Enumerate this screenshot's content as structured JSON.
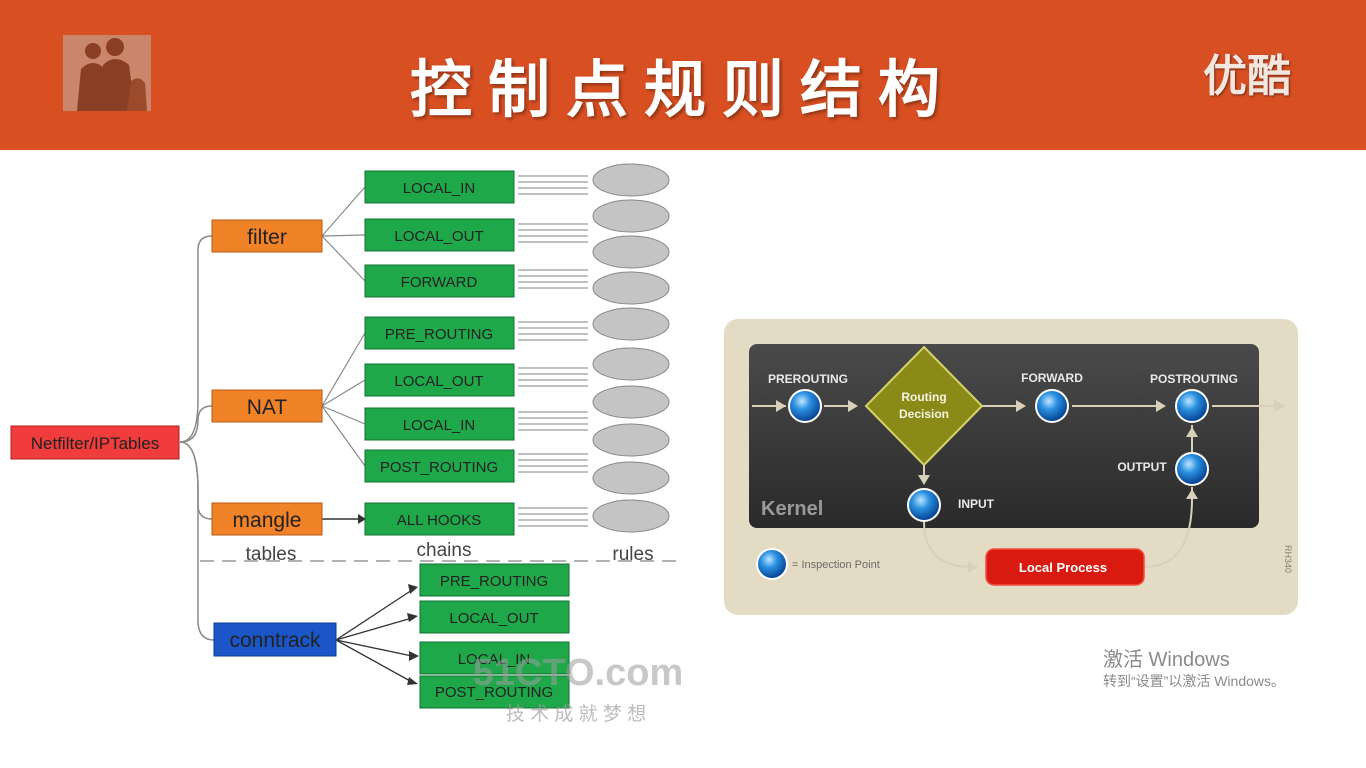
{
  "header": {
    "title": "控制点规则结构",
    "brand": "优酷"
  },
  "left_diagram": {
    "root": "Netfilter/IPTables",
    "tables": [
      {
        "name": "filter",
        "color": "#f08228",
        "chains": [
          "LOCAL_IN",
          "LOCAL_OUT",
          "FORWARD"
        ]
      },
      {
        "name": "NAT",
        "color": "#f08228",
        "chains": [
          "PRE_ROUTING",
          "LOCAL_OUT",
          "LOCAL_IN",
          "POST_ROUTING"
        ]
      },
      {
        "name": "mangle",
        "color": "#f08228",
        "chains": [
          "ALL HOOKS"
        ]
      },
      {
        "name": "conntrack",
        "color": "#1a56c8",
        "chains": [
          "PRE_ROUTING",
          "LOCAL_OUT",
          "LOCAL_IN",
          "POST_ROUTING"
        ]
      }
    ],
    "column_labels": {
      "tables": "tables",
      "chains": "chains",
      "rules": "rules"
    },
    "chain_color": "#1fa84a",
    "root_color": "#f03c3c",
    "watermark": {
      "site": "51CTO.com",
      "slogan": "技 术 成 就 梦 想"
    }
  },
  "right_diagram": {
    "nodes": {
      "prerouting": "PREROUTING",
      "routing_decision_1": "Routing",
      "routing_decision_2": "Decision",
      "forward": "FORWARD",
      "postrouting": "POSTROUTING",
      "output": "OUTPUT",
      "input": "INPUT",
      "local_process": "Local Process"
    },
    "kernel_label": "Kernel",
    "legend": "= Inspection Point",
    "side_code": "RH340"
  },
  "os_watermark": {
    "line1": "激活 Windows",
    "line2": "转到“设置”以激活 Windows。"
  }
}
